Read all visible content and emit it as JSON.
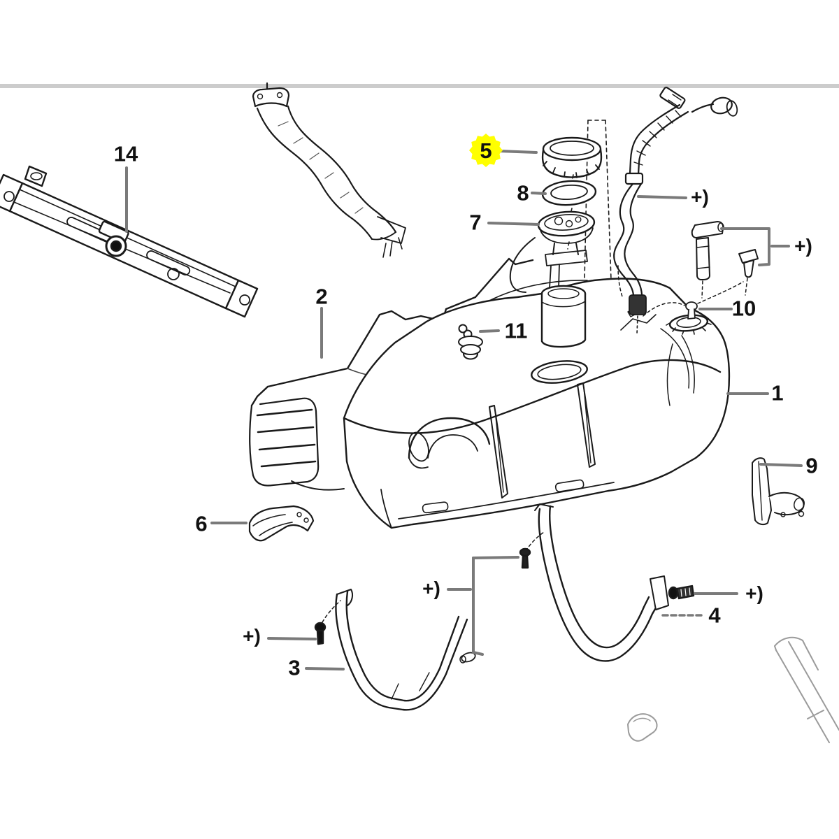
{
  "diagram": {
    "kind": "exploded-parts-line-diagram",
    "subject": "fuel tank assembly"
  },
  "colors": {
    "background": "#ffffff",
    "line_art": "#1a1a1a",
    "leader_line": "#7a7a7a",
    "highlight": "#ffff00",
    "top_rule": "#cccccc",
    "faint_part": "#9b9b9b"
  },
  "callouts": {
    "part_1": {
      "label": "1"
    },
    "part_2": {
      "label": "2"
    },
    "part_3": {
      "label": "3"
    },
    "part_4": {
      "label": "4"
    },
    "part_5": {
      "label": "5",
      "highlighted": true
    },
    "part_6": {
      "label": "6"
    },
    "part_7": {
      "label": "7"
    },
    "part_8": {
      "label": "8"
    },
    "part_9": {
      "label": "9"
    },
    "part_10": {
      "label": "10"
    },
    "part_11": {
      "label": "11"
    },
    "part_14": {
      "label": "14"
    },
    "plus_top_right": {
      "label": "+)"
    },
    "plus_mid_right": {
      "label": "+)"
    },
    "plus_bottom_left": {
      "label": "+)"
    },
    "plus_bottom_center": {
      "label": "+)"
    },
    "plus_bottom_right": {
      "label": "+)"
    }
  }
}
